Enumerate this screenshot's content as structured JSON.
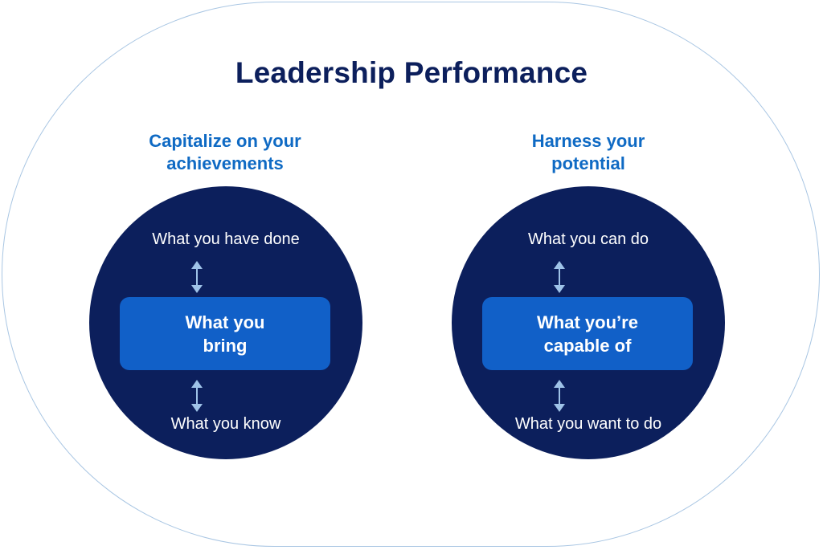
{
  "colors": {
    "frame_border": "#a9c6e3",
    "title": "#0c1f5c",
    "subhead": "#0f6ac4",
    "circle": "#0c1f5c",
    "center_box": "#1160c8",
    "arrow": "#9fc3e8"
  },
  "title": "Leadership Performance",
  "left": {
    "heading_line1": "Capitalize on your",
    "heading_line2": "achievements",
    "top_text": "What you have done",
    "center_line1": "What you",
    "center_line2": "bring",
    "bottom_text": "What you know",
    "arrow_icon": "double-arrow-vertical-icon"
  },
  "right": {
    "heading_line1": "Harness your",
    "heading_line2": "potential",
    "top_text": "What you can do",
    "center_line1": "What you’re",
    "center_line2": "capable of",
    "bottom_text": "What you want to do",
    "arrow_icon": "double-arrow-vertical-icon"
  }
}
